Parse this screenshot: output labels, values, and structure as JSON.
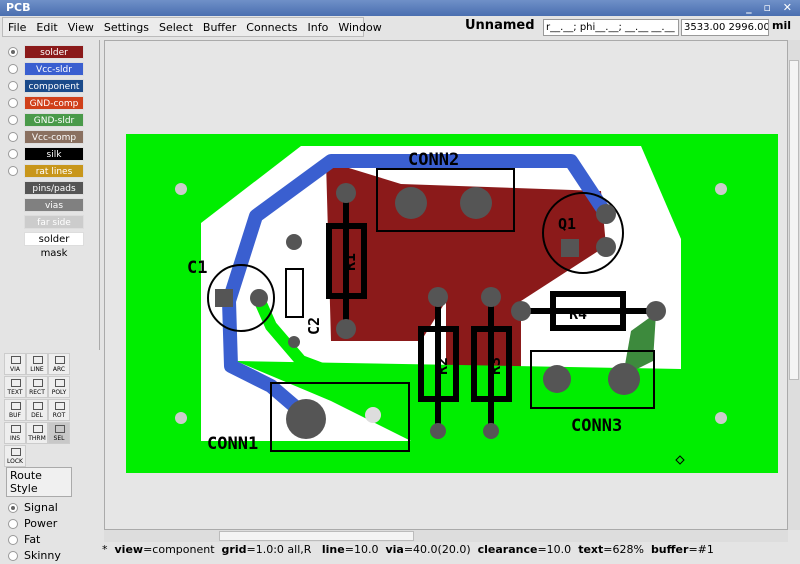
{
  "window": {
    "title": "PCB",
    "controls": "_ ▫ ✕"
  },
  "menu": [
    "File",
    "Edit",
    "View",
    "Settings",
    "Select",
    "Buffer",
    "Connects",
    "Info",
    "Window"
  ],
  "header": {
    "filename": "Unnamed",
    "polar": "r__.__; phi__.__; __.__ __.__",
    "coords": "3533.00 2996.00",
    "units": "mil"
  },
  "layers": [
    {
      "label": "solder",
      "color": "#8b1a1a",
      "selected": true
    },
    {
      "label": "Vcc-sldr",
      "color": "#3a5fd0"
    },
    {
      "label": "component",
      "color": "#1a4a8a"
    },
    {
      "label": "GND-comp",
      "color": "#d0401a"
    },
    {
      "label": "GND-sldr",
      "color": "#4a9a4a"
    },
    {
      "label": "Vcc-comp",
      "color": "#8a7060"
    },
    {
      "label": "silk",
      "color": "#000000"
    },
    {
      "label": "rat lines",
      "color": "#c8961a"
    },
    {
      "label": "pins/pads",
      "color": "#555555"
    },
    {
      "label": "vias",
      "color": "#808080"
    },
    {
      "label": "far side",
      "color": "#cccccc"
    },
    {
      "label": "solder mask",
      "color": "#ffffff"
    }
  ],
  "tools": [
    "VIA",
    "LINE",
    "ARC",
    "TEXT",
    "RECT",
    "POLY",
    "BUF",
    "DEL",
    "ROT",
    "INS",
    "THRM",
    "SEL",
    "LOCK"
  ],
  "route_style": {
    "title": "Route Style",
    "options": [
      "Signal",
      "Power",
      "Fat",
      "Skinny"
    ],
    "selected": "Signal"
  },
  "board": {
    "labels": [
      "CONN2",
      "Q1",
      "C1",
      "R1",
      "C2",
      "R4",
      "R2",
      "R3",
      "CONN1",
      "CONN3"
    ]
  },
  "status": {
    "prefix": "*",
    "view_k": "view",
    "view": "=component",
    "grid_k": "grid",
    "grid": "=1.0:0  all,R",
    "line_k": "line",
    "line": "=10.0",
    "via_k": "via",
    "via": "=40.0(20.0)",
    "clear_k": "clearance",
    "clear": "=10.0",
    "text_k": "text",
    "text": "=628%",
    "buf_k": "buffer",
    "buf": "=#1"
  }
}
